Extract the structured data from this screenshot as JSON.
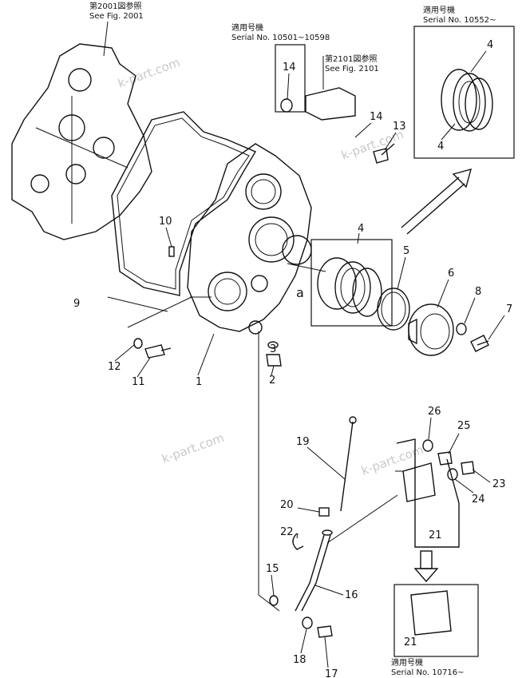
{
  "notes": {
    "top_left_ref": {
      "line1": "第2001図参照",
      "line2": "See Fig. 2001"
    },
    "serial_top": {
      "line1": "適用号機",
      "line2": "Serial No. 10501~10598"
    },
    "fig_2101_ref": {
      "line1": "第2101図参照",
      "line2": "See Fig. 2101"
    },
    "serial_top_right": {
      "line1": "適用号機",
      "line2": "Serial No. 10552~"
    },
    "serial_bottom_right": {
      "line1": "適用号機",
      "line2": "Serial No. 10716~"
    }
  },
  "watermark": "k-part.com",
  "callout_letter": "a",
  "part_numbers": {
    "p1": "1",
    "p2": "2",
    "p3": "3",
    "p4": "4",
    "p5": "5",
    "p6": "6",
    "p7": "7",
    "p8": "8",
    "p9": "9",
    "p10": "10",
    "p11": "11",
    "p12": "12",
    "p13": "13",
    "p14": "14",
    "p15": "15",
    "p16": "16",
    "p17": "17",
    "p18": "18",
    "p19": "19",
    "p20": "20",
    "p21": "21",
    "p22": "22",
    "p23": "23",
    "p24": "24",
    "p25": "25",
    "p26": "26"
  }
}
